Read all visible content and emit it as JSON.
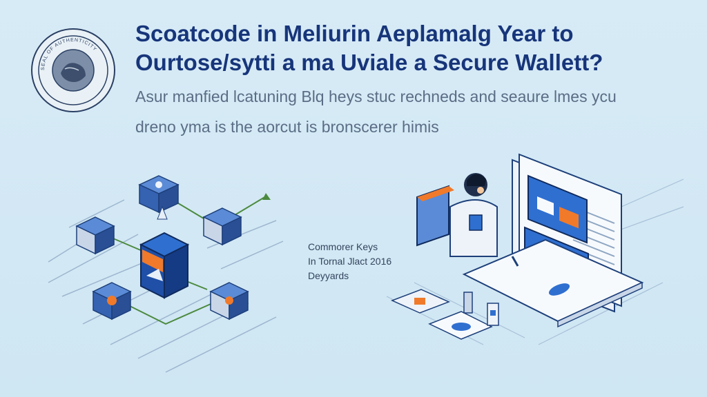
{
  "seal": {
    "ring_text": "SEAL OF AUTHENTICITY"
  },
  "heading": {
    "line1": "Scoatcode in Meliurin Aeplamalg Year to",
    "line2": "Ourtose/sytti a ma Uviale a Secure Wallett?"
  },
  "subheading": {
    "line1": "Asur manfied lcatuning Blq heys stuc rechneds and seaure lmes ycu",
    "line2": "dreno yma is the aorcut is bronscerer himis"
  },
  "caption": {
    "line1": "Commorer Keys",
    "line2": "In Tornal Jlact 2016",
    "line3": "Deyyards"
  },
  "colors": {
    "background": "#d4e9f5",
    "title": "#17357a",
    "subtitle": "#5a6d85",
    "accent_blue": "#2f6fd0",
    "accent_orange": "#f07a2a",
    "line_green": "#4c8a3e"
  },
  "icons": {
    "seal": "seal-emblem-icon",
    "network": "blockchain-network-illustration",
    "laptop": "laptop-wallet-illustration",
    "person": "person-icon"
  }
}
